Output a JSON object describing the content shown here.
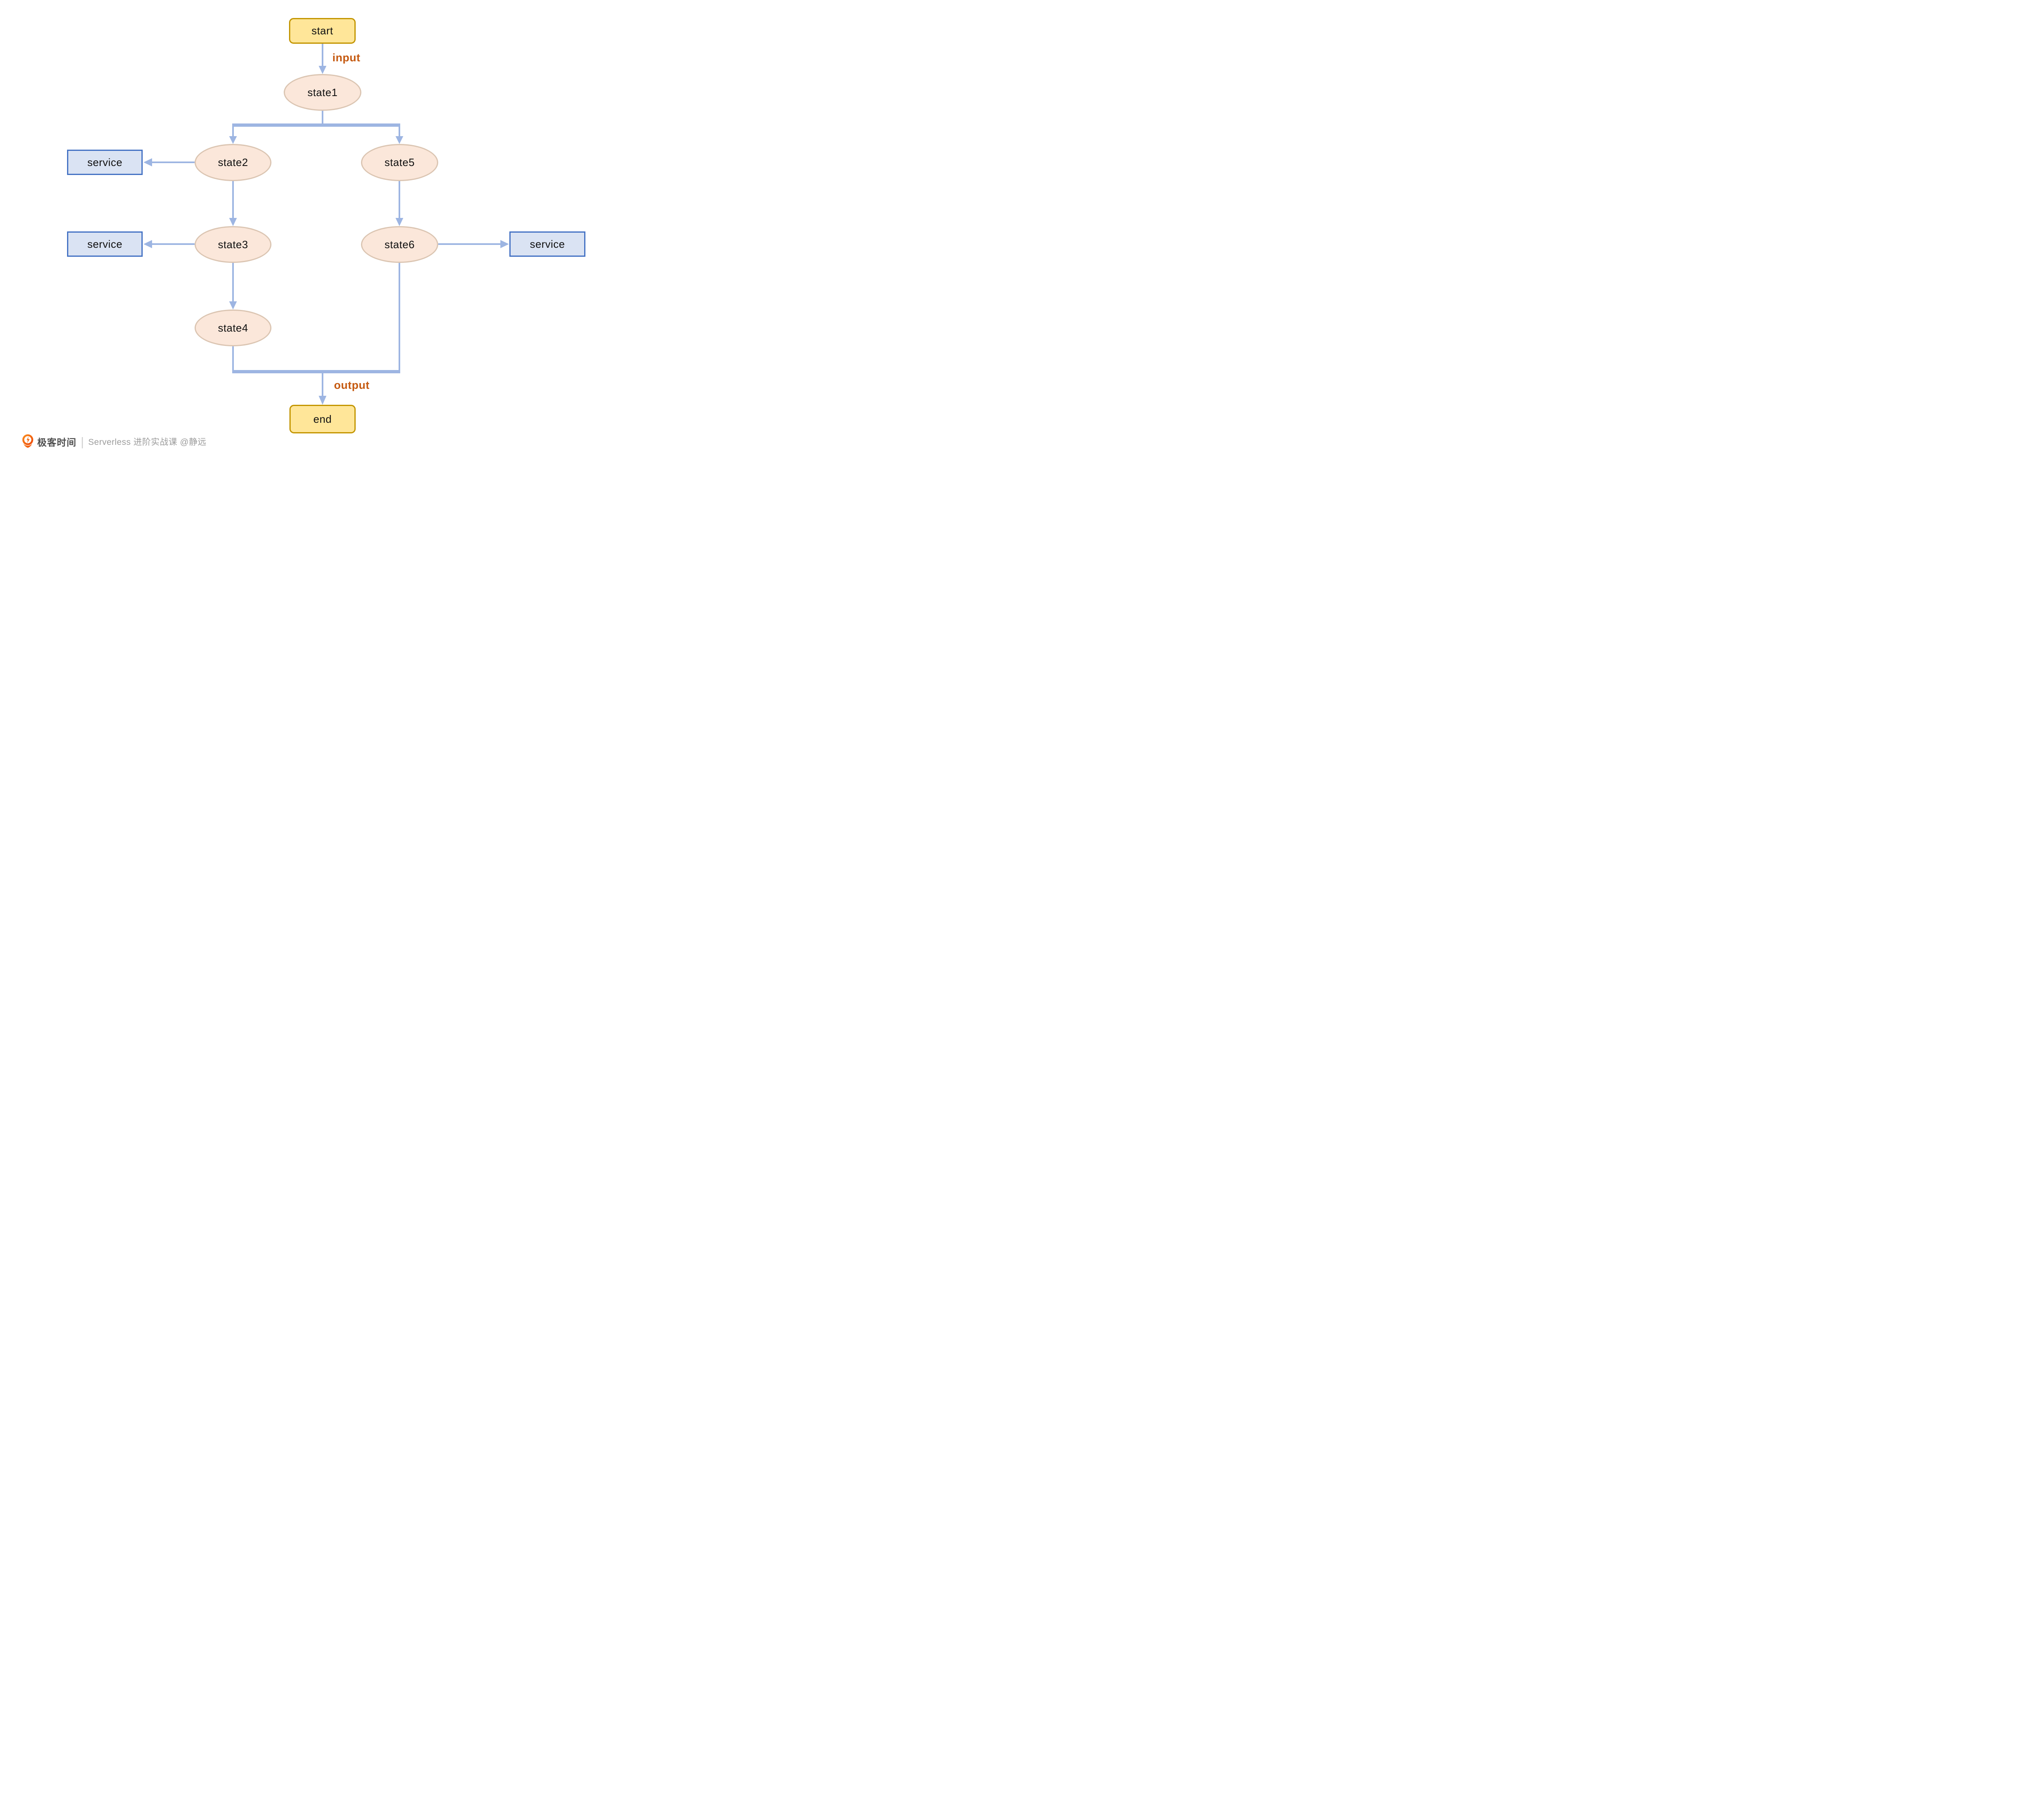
{
  "colors": {
    "gold-fill": "#FFE699",
    "gold-border": "#C39500",
    "peach-fill": "#FBE7DA",
    "peach-border": "#DBC5B2",
    "service-fill": "#DAE3F3",
    "service-border": "#4472C4",
    "connector": "#9DB5E2",
    "edge-label": "#C55A11",
    "node-text": "#111111",
    "logo-orange-1": "#F98A1D",
    "logo-orange-2": "#EE4A0A",
    "footer-brand": "#4D4D4D",
    "footer-subtitle": "#9C9C9C",
    "footer-divider": "#C9C9C9"
  },
  "diagram": {
    "nodes": {
      "start": "start",
      "state1": "state1",
      "state2": "state2",
      "state3": "state3",
      "state4": "state4",
      "state5": "state5",
      "state6": "state6",
      "service_left_top": "service",
      "service_left_middle": "service",
      "service_right": "service",
      "end": "end"
    },
    "edge_labels": {
      "input": "input",
      "output": "output"
    }
  },
  "footer": {
    "brand": "极客时间",
    "divider": "|",
    "subtitle": "Serverless 进阶实战课 @静远"
  }
}
